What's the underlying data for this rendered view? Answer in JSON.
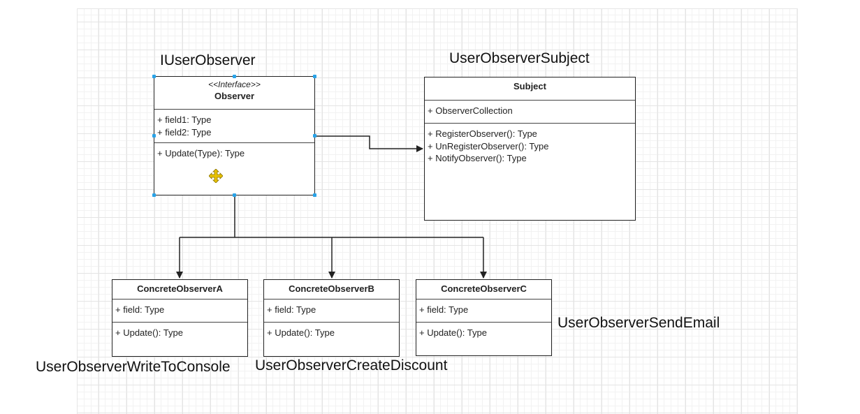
{
  "labels": {
    "observer_interface": "IUserObserver",
    "subject": "UserObserverSubject",
    "observer_a": "UserObserverWriteToConsole",
    "observer_b": "UserObserverCreateDiscount",
    "observer_c": "UserObserverSendEmail"
  },
  "observer": {
    "stereotype": "<<Interface>>",
    "name": "Observer",
    "fields": [
      "+ field1: Type",
      "+ field2: Type"
    ],
    "methods": [
      "+ Update(Type): Type"
    ]
  },
  "subject": {
    "name": "Subject",
    "fields": [
      "+ ObserverCollection"
    ],
    "methods": [
      "+ RegisterObserver(): Type",
      "+ UnRegisterObserver(): Type",
      "+ NotifyObserver(): Type"
    ]
  },
  "concrete_a": {
    "name": "ConcreteObserverA",
    "fields": [
      "+ field: Type"
    ],
    "methods": [
      "+ Update(): Type"
    ]
  },
  "concrete_b": {
    "name": "ConcreteObserverB",
    "fields": [
      "+ field: Type"
    ],
    "methods": [
      "+ Update(): Type"
    ]
  },
  "concrete_c": {
    "name": "ConcreteObserverC",
    "fields": [
      "+ field: Type"
    ],
    "methods": [
      "+ Update(): Type"
    ]
  },
  "colors": {
    "selection": "#29a3e8",
    "move_handle": "#e8c200",
    "stroke": "#222222"
  },
  "icons": {
    "move": "move-icon"
  }
}
